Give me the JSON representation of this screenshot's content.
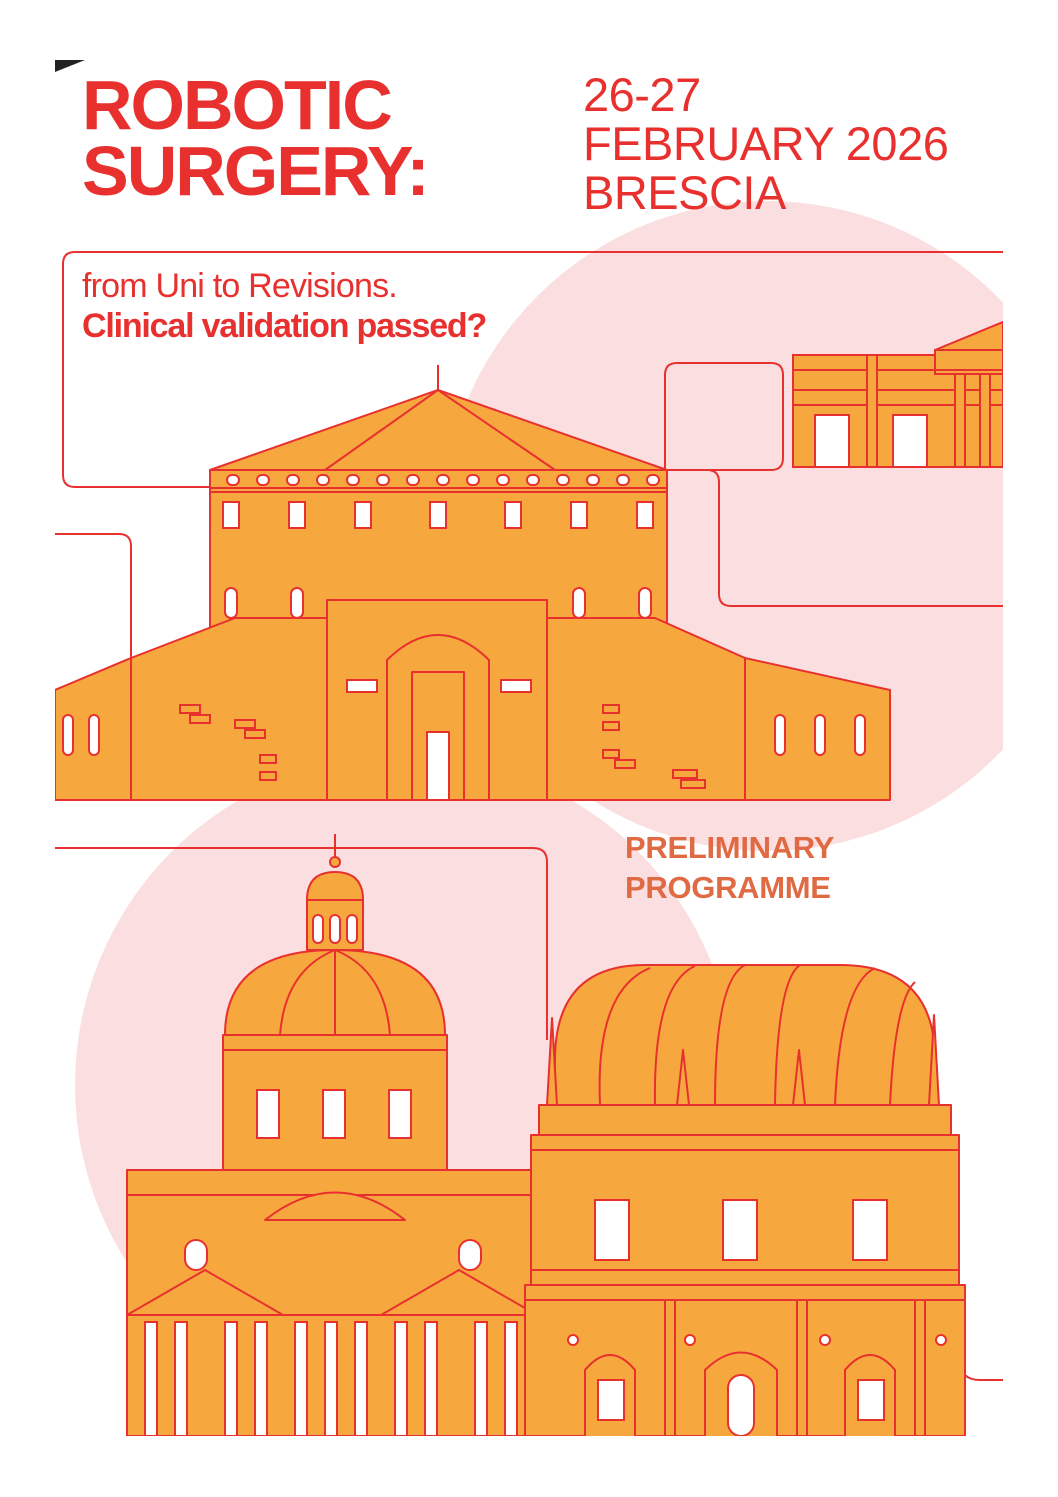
{
  "poster": {
    "title_lines": [
      "ROBOTIC",
      "SURGERY:"
    ],
    "date_lines": [
      "26-27",
      "FEBRUARY 2026",
      "BRESCIA"
    ],
    "subtitle": "from Uni to Revisions.",
    "question": "Clinical validation passed?",
    "programme_lines": [
      "PRELIMINARY",
      "PROGRAMME"
    ]
  },
  "colors": {
    "accent": "#e8312f",
    "building_fill": "#f6a83e",
    "circle_fill": "#fbdfe0",
    "programme_text": "#e06a44"
  }
}
